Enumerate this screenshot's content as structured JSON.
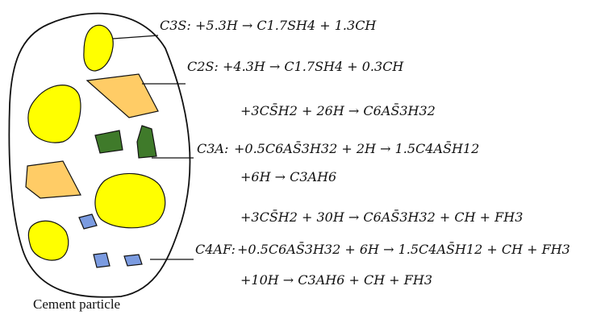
{
  "colors": {
    "c3s": "#ffff00",
    "c2s": "#ffcc66",
    "c3a": "#3f7a2a",
    "c4af": "#7b9be0",
    "outline": "#111111"
  },
  "caption": "Cement particle",
  "phases": {
    "c3s": {
      "label": "C3S:",
      "eq1": "+5.3H → C1.7SH4 + 1.3CH"
    },
    "c2s": {
      "label": "C2S:",
      "eq1": "+4.3H → C1.7SH4 + 0.3CH"
    },
    "c3a": {
      "label": "C3A:",
      "eq1": "+3CS̄H2 + 26H → C6AS̄3H32",
      "eq2": "+0.5C6AS̄3H32 + 2H → 1.5C4AS̄H12",
      "eq3": "+6H → C3AH6"
    },
    "c4af": {
      "label": "C4AF:",
      "eq1": "+3CS̄H2 + 30H → C6AS̄3H32 + CH + FH3",
      "eq2": "+0.5C6AS̄3H32 + 6H → 1.5C4AS̄H12 + CH + FH3",
      "eq3": "+10H → C3AH6 + CH + FH3"
    }
  }
}
